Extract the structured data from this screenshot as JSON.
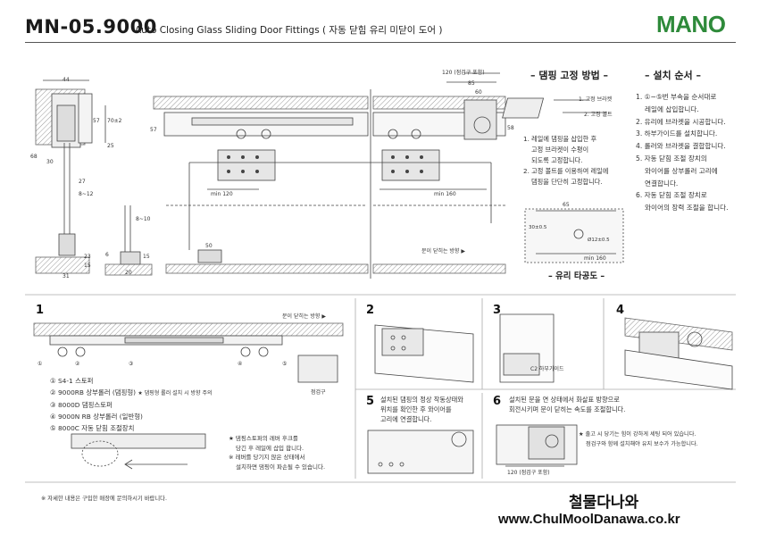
{
  "header": {
    "model": "MN-05.9000",
    "description": "Auto Closing Glass Sliding Door Fittings ( 자동 닫힘 유리 미닫이 도어 )",
    "brand": "MANO"
  },
  "section_view": {
    "dims": [
      "44",
      "57",
      "70±2",
      "25",
      "68",
      "30",
      "27",
      "8~12",
      "23",
      "15",
      "31",
      "8~10",
      "6",
      "15",
      "20"
    ]
  },
  "elevation": {
    "dims": [
      "120 (점검구 포함)",
      "85",
      "60",
      "57",
      "58",
      "min 120",
      "min 160",
      "50"
    ],
    "closing_direction": "문이 닫히는 방향 ▶"
  },
  "damping_fix": {
    "heading": "– 댐핑 고정 방법 –",
    "labels": [
      "1. 고정 브라켓",
      "2. 고정 볼트"
    ],
    "steps": [
      "1. 레일에 댐핑을 삽입한 후",
      "고정 브라켓이 수평이",
      "되도록 고정합니다.",
      "2. 고정 볼트를 이용하여 레일에",
      "댐핑을 단단히 고정합니다."
    ]
  },
  "glass_bore": {
    "heading": "– 유리 타공도 –",
    "dims": [
      "65",
      "30±0.5",
      "Ø12±0.5",
      "min 160"
    ]
  },
  "install_order": {
    "heading": "– 설치 순서 –",
    "steps": [
      "1. ①~⑤번 부속을 순서대로",
      "레일에 삽입합니다.",
      "2. 유리에 브라켓을 시공합니다.",
      "3. 하부가이드를 설치합니다.",
      "4. 롤러와 브라켓을 결합합니다.",
      "5. 자동 닫힘 조절 장치의",
      "와이어를 상부롤러 고리에",
      "연결합니다.",
      "6. 자동 닫힘 조절 장치로",
      "와이어의 장력 조절을 합니다."
    ]
  },
  "panel1": {
    "number": "1",
    "direction": "문이 닫히는 방향 ▶",
    "callouts": [
      "①",
      "②",
      "③",
      "④",
      "⑤"
    ],
    "parts": [
      "① S4-1 스토퍼",
      "② 9000RB 상부롤러 (댐핑형)",
      "③ 8000D 댐핑스토퍼",
      "④ 9000N RB 상부롤러 (일반형)",
      "⑤ 8000C 자동 닫힘 조절장치"
    ],
    "part2_note": "★ 댐핑형 롤러 설치 시 방향 주의",
    "inspect_label": "점검구",
    "notes": [
      "★ 댐핑스토퍼의 레버 후크를",
      "당긴 후 레일에 삽입 합니다.",
      "※ 레버를 당기지 않은 상태에서",
      "설치하면 댐핑이 파손될 수 있습니다."
    ]
  },
  "panel2": {
    "number": "2"
  },
  "panel3": {
    "number": "3",
    "label": "C2 하부가이드"
  },
  "panel4": {
    "number": "4"
  },
  "panel5": {
    "number": "5",
    "text": [
      "설치된 댐핑의 정상 작동상태와",
      "위치를 확인한 후 와이어를",
      "고리에 연결합니다."
    ]
  },
  "panel6": {
    "number": "6",
    "text": [
      "설치된 문을 연 상태에서 화살표 방향으로",
      "회전시키며 문이 닫히는 속도를 조절합니다."
    ],
    "notes": [
      "★ 출고 시 당기는 힘이 강하게 세팅 되어 있습니다.",
      "점검구와 함께 설치해야 유지 보수가 가능합니다."
    ],
    "dim": "120 (점검구 포함)"
  },
  "footer": {
    "note": "※ 자세한 내용은 구입한 매장에 문의하시기 바랍니다."
  },
  "watermark": {
    "name": "철물다나와",
    "url": "www.ChulMoolDanawa.co.kr"
  }
}
